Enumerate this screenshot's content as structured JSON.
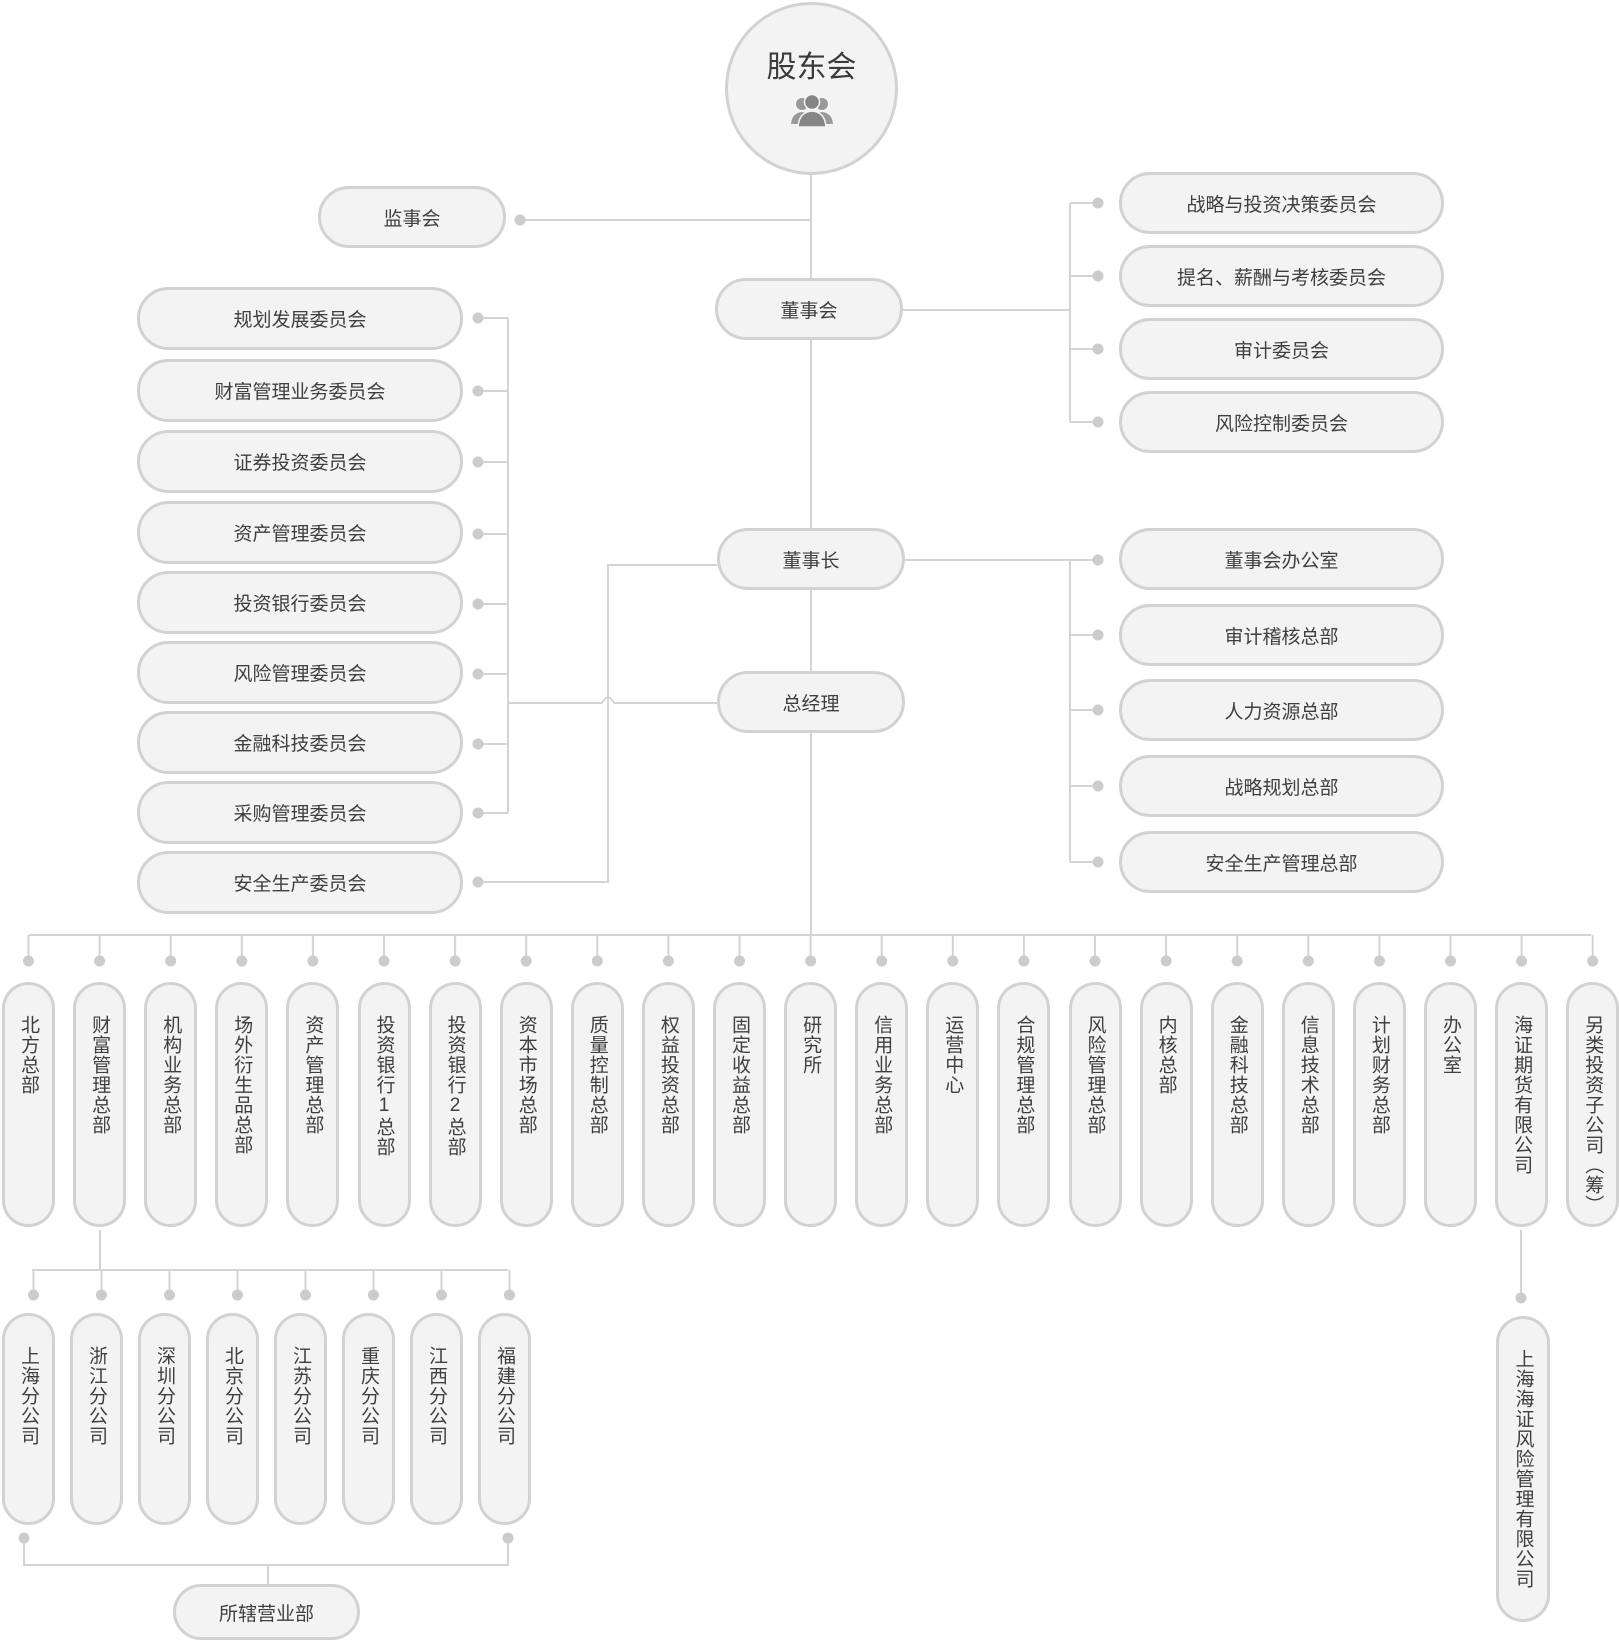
{
  "root": {
    "label": "股东会",
    "icon": "people-icon"
  },
  "supervisory": {
    "label": "监事会"
  },
  "board": {
    "label": "董事会"
  },
  "chairman": {
    "label": "董事长"
  },
  "gm": {
    "label": "总经理"
  },
  "board_committees": [
    {
      "label": "战略与投资决策委员会"
    },
    {
      "label": "提名、薪酬与考核委员会"
    },
    {
      "label": "审计委员会"
    },
    {
      "label": "风险控制委员会"
    }
  ],
  "chairman_departments": [
    {
      "label": "董事会办公室"
    },
    {
      "label": "审计稽核总部"
    },
    {
      "label": "人力资源总部"
    },
    {
      "label": "战略规划总部"
    },
    {
      "label": "安全生产管理总部"
    }
  ],
  "gm_committees": [
    {
      "label": "规划发展委员会"
    },
    {
      "label": "财富管理业务委员会"
    },
    {
      "label": "证券投资委员会"
    },
    {
      "label": "资产管理委员会"
    },
    {
      "label": "投资银行委员会"
    },
    {
      "label": "风险管理委员会"
    },
    {
      "label": "金融科技委员会"
    },
    {
      "label": "采购管理委员会"
    }
  ],
  "chairman_committee": {
    "label": "安全生产委员会"
  },
  "departments": [
    {
      "label": "北方总部"
    },
    {
      "label": "财富管理总部"
    },
    {
      "label": "机构业务总部"
    },
    {
      "label": "场外衍生品总部"
    },
    {
      "label": "资产管理总部"
    },
    {
      "label": "投资银行1总部"
    },
    {
      "label": "投资银行2总部"
    },
    {
      "label": "资本市场总部"
    },
    {
      "label": "质量控制总部"
    },
    {
      "label": "权益投资总部"
    },
    {
      "label": "固定收益总部"
    },
    {
      "label": "研究所"
    },
    {
      "label": "信用业务总部"
    },
    {
      "label": "运营中心"
    },
    {
      "label": "合规管理总部"
    },
    {
      "label": "风险管理总部"
    },
    {
      "label": "内核总部"
    },
    {
      "label": "金融科技总部"
    },
    {
      "label": "信息技术总部"
    },
    {
      "label": "计划财务总部"
    },
    {
      "label": "办公室"
    },
    {
      "label": "海证期货有限公司"
    },
    {
      "label": "另类投资子公司（筹）"
    }
  ],
  "branches": [
    {
      "label": "上海分公司"
    },
    {
      "label": "浙江分公司"
    },
    {
      "label": "深圳分公司"
    },
    {
      "label": "北京分公司"
    },
    {
      "label": "江苏分公司"
    },
    {
      "label": "重庆分公司"
    },
    {
      "label": "江西分公司"
    },
    {
      "label": "福建分公司"
    }
  ],
  "branch_sub": {
    "label": "所辖营业部"
  },
  "futures_sub": {
    "label": "上海海证风险管理有限公司"
  },
  "colors": {
    "line": "#d4d4d4",
    "dot": "#cccccc",
    "node_fill": "#f3f3f3",
    "node_border": "#d2d2d2",
    "text": "#3f3f3f"
  }
}
